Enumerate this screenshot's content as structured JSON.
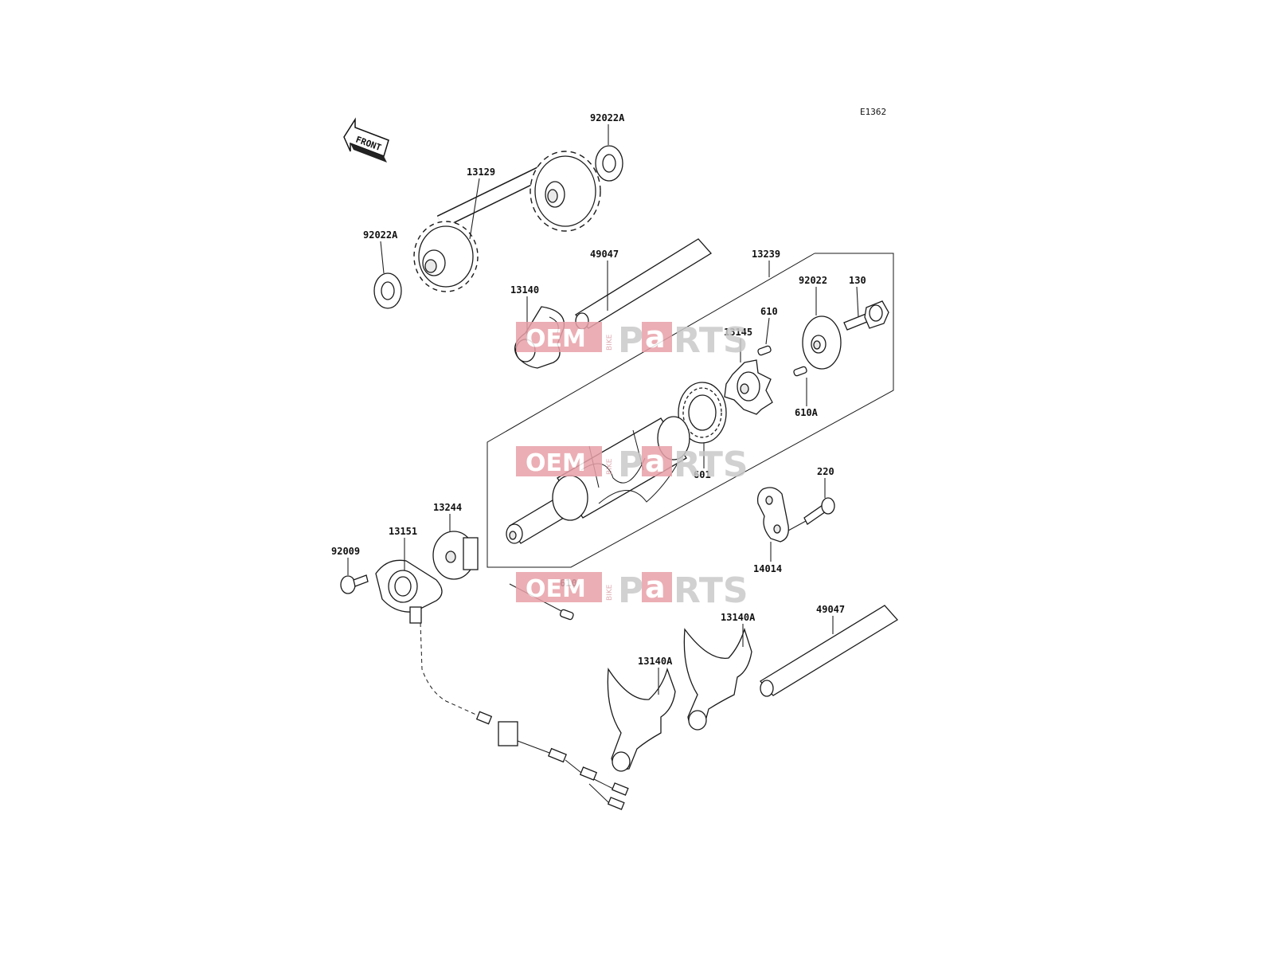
{
  "figure_code": "E1362",
  "front_label": "FRONT",
  "watermark": {
    "oem": "OEM",
    "bike": "BIKE",
    "p": "P",
    "a": "a",
    "rts": "RTS"
  },
  "labels": [
    {
      "id": "92022A-top",
      "text": "92022A"
    },
    {
      "id": "13129",
      "text": "13129"
    },
    {
      "id": "92022A-left",
      "text": "92022A"
    },
    {
      "id": "49047-top",
      "text": "49047"
    },
    {
      "id": "13239",
      "text": "13239"
    },
    {
      "id": "13140",
      "text": "13140"
    },
    {
      "id": "92022",
      "text": "92022"
    },
    {
      "id": "130",
      "text": "130"
    },
    {
      "id": "610-top",
      "text": "610"
    },
    {
      "id": "13145",
      "text": "13145"
    },
    {
      "id": "610A",
      "text": "610A"
    },
    {
      "id": "601",
      "text": "601"
    },
    {
      "id": "220",
      "text": "220"
    },
    {
      "id": "13244",
      "text": "13244"
    },
    {
      "id": "13151",
      "text": "13151"
    },
    {
      "id": "92009",
      "text": "92009"
    },
    {
      "id": "14014",
      "text": "14014"
    },
    {
      "id": "610-bottom",
      "text": "610"
    },
    {
      "id": "13140A-right",
      "text": "13140A"
    },
    {
      "id": "49047-bottom",
      "text": "49047"
    },
    {
      "id": "13140A-left",
      "text": "13140A"
    }
  ]
}
